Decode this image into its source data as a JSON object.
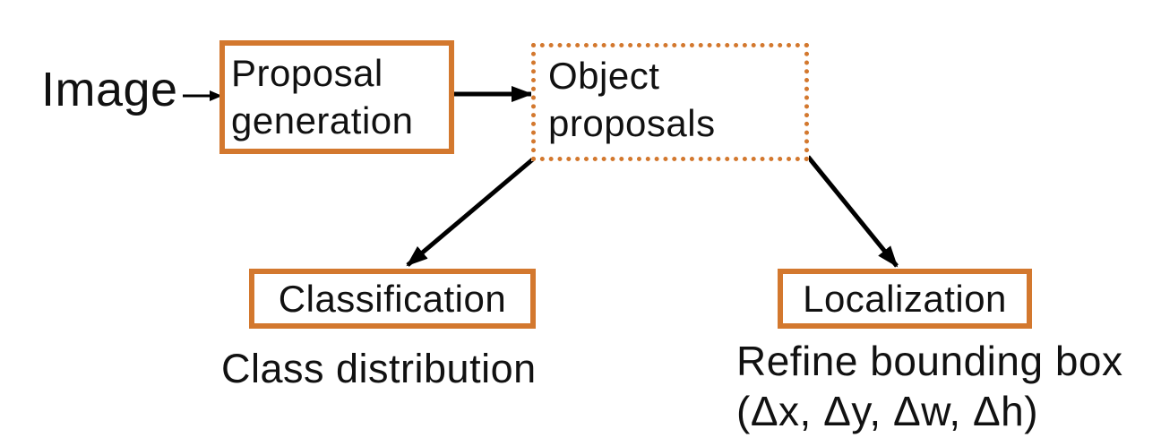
{
  "colors": {
    "accent": "#D3782E",
    "arrow": "#000000",
    "text": "#111111",
    "background": "#FFFFFF"
  },
  "labels": {
    "image": "Image"
  },
  "nodes": {
    "proposal_generation": {
      "line1": "Proposal",
      "line2": "generation",
      "border_style": "solid"
    },
    "object_proposals": {
      "line1": "Object",
      "line2": "proposals",
      "border_style": "dotted"
    },
    "classification": {
      "label": "Classification",
      "border_style": "solid"
    },
    "localization": {
      "label": "Localization",
      "border_style": "solid"
    }
  },
  "captions": {
    "classification": "Class distribution",
    "localization_line1": "Refine bounding box",
    "localization_line2": "(Δx, Δy, Δw, Δh)"
  },
  "edges": [
    {
      "from": "image",
      "to": "proposal_generation"
    },
    {
      "from": "proposal_generation",
      "to": "object_proposals"
    },
    {
      "from": "object_proposals",
      "to": "classification"
    },
    {
      "from": "object_proposals",
      "to": "localization"
    }
  ]
}
